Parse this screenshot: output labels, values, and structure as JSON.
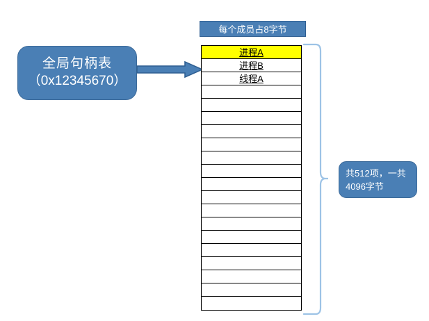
{
  "diagram": {
    "title": "Windows global handle table layout diagram",
    "colors": {
      "callout_fill": "#4A7FB5",
      "callout_border": "#3C6A99",
      "highlight_row": "#FFFF00",
      "table_border": "#000000",
      "brace": "#9DC3E6",
      "arrow_fill": "#4A7FB5",
      "arrow_border": "#2F5F92"
    }
  },
  "handle_table_callout": {
    "name": "全局句柄表",
    "address": "（0x12345670）"
  },
  "arrow": {
    "icon": "right-block-arrow-icon",
    "label": ""
  },
  "member_size_label": {
    "text": "每个成员占8字节"
  },
  "handle_table": {
    "total_rows": 20,
    "rows": [
      {
        "label": "进程A",
        "highlighted": true
      },
      {
        "label": "进程B",
        "highlighted": false
      },
      {
        "label": "线程A",
        "highlighted": false
      },
      {
        "label": "",
        "highlighted": false
      },
      {
        "label": "",
        "highlighted": false
      },
      {
        "label": "",
        "highlighted": false
      },
      {
        "label": "",
        "highlighted": false
      },
      {
        "label": "",
        "highlighted": false
      },
      {
        "label": "",
        "highlighted": false
      },
      {
        "label": "",
        "highlighted": false
      },
      {
        "label": "",
        "highlighted": false
      },
      {
        "label": "",
        "highlighted": false
      },
      {
        "label": "",
        "highlighted": false
      },
      {
        "label": "",
        "highlighted": false
      },
      {
        "label": "",
        "highlighted": false
      },
      {
        "label": "",
        "highlighted": false
      },
      {
        "label": "",
        "highlighted": false
      },
      {
        "label": "",
        "highlighted": false
      },
      {
        "label": "",
        "highlighted": false
      },
      {
        "label": "",
        "highlighted": false
      }
    ]
  },
  "brace": {
    "icon": "curly-brace-right-icon"
  },
  "total_size_callout": {
    "line1": "共512项，一共",
    "line2": "4096字节"
  }
}
